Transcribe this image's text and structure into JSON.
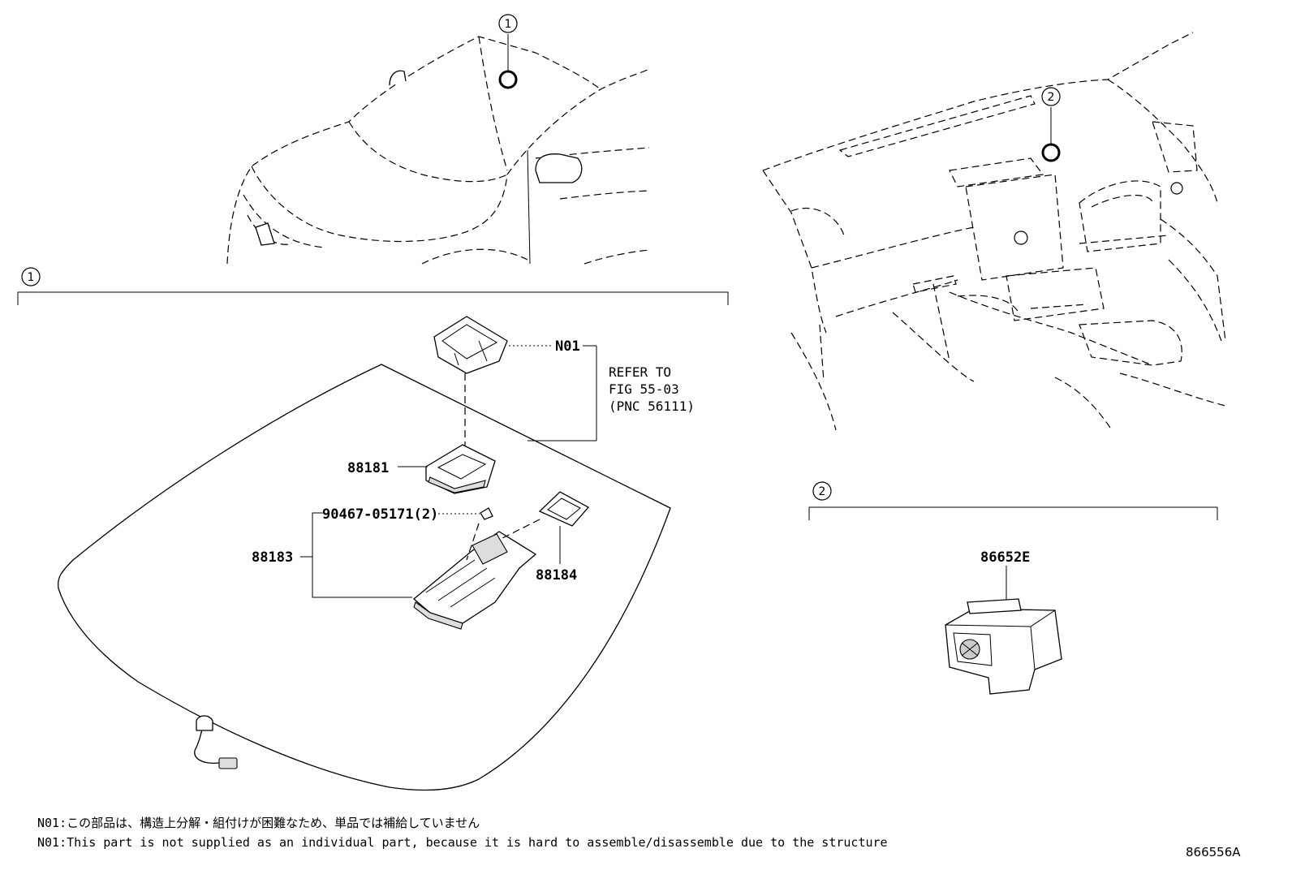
{
  "callouts": {
    "one": "1",
    "two": "2"
  },
  "parts": {
    "n01": "N01",
    "p88181": "88181",
    "p88183": "88183",
    "p88184": "88184",
    "p90467": "90467-05171(2)",
    "p86652e": "86652E"
  },
  "refer": {
    "line1": "REFER TO",
    "line2": "FIG 55-03",
    "line3": "(PNC 56111)"
  },
  "notes": {
    "jp": "N01:この部品は、構造上分解・組付けが困難なため、単品では補給していません",
    "en": "N01:This part is not supplied as an individual part, because it is hard to assemble/disassemble due to the structure"
  },
  "figure_id": "866556A"
}
